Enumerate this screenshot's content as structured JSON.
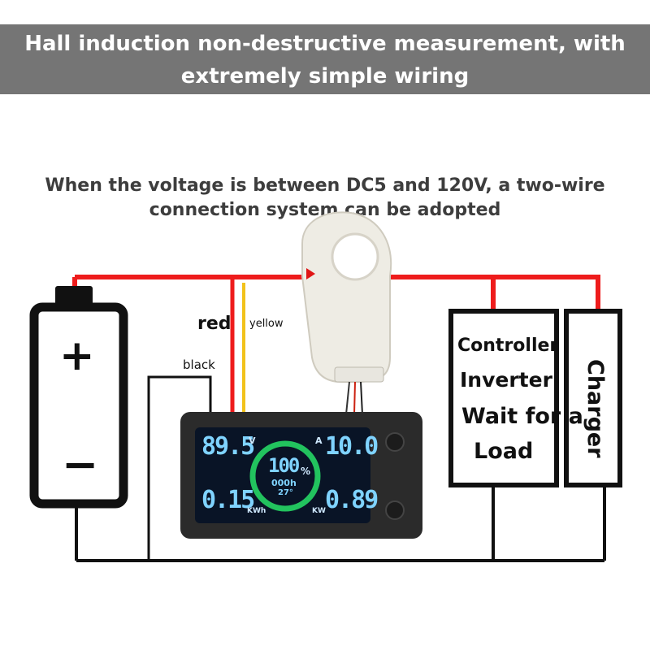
{
  "banner": {
    "line1": "Hall induction non-destructive measurement, with",
    "line2": "extremely simple wiring"
  },
  "subtitle": {
    "line1": "When the voltage is between DC5 and 120V, a two-wire",
    "line2": "connection system can be adopted"
  },
  "wire_labels": {
    "red": "red",
    "yellow": "yellow",
    "black": "black"
  },
  "battery": {
    "plus": "+",
    "minus": "−"
  },
  "load_box": {
    "line1": "Controller",
    "line2": "Inverter",
    "line3": "Wait for a",
    "line4": "Load"
  },
  "charger_box": {
    "label": "Charger"
  },
  "meter": {
    "voltage": "89.5",
    "voltage_unit": "V",
    "current": "10.0",
    "current_unit": "A",
    "percent": "100",
    "percent_unit": "%",
    "hours": "000h",
    "temp": "27°",
    "energy": "0.15",
    "energy_unit": "KWh",
    "power": "0.89",
    "power_unit": "KW"
  },
  "colors": {
    "banner_bg": "#757575",
    "positive_wire": "#ee1c1c",
    "negative_wire": "#111111",
    "signal_wire": "#f2c21b",
    "lcd_digits": "#7fd3ff",
    "lcd_ring": "#22c35e"
  },
  "icons": {
    "sensor": "hall-current-sensor-icon",
    "battery": "battery-icon",
    "meter": "lcd-meter-icon"
  }
}
